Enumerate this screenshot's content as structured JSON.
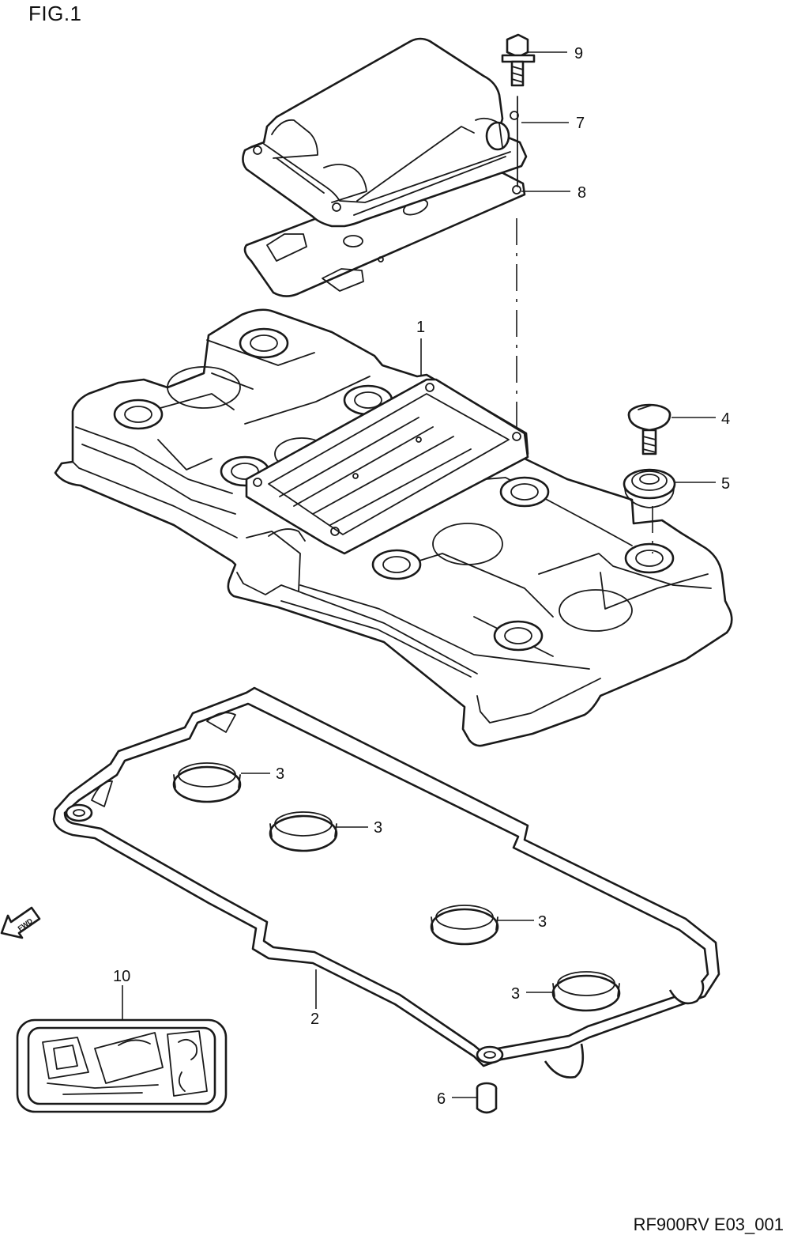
{
  "figure": {
    "title": "FIG.1",
    "code": "RF900RV E03_001",
    "fwd_label": "FWD"
  },
  "callouts": {
    "p1": "1",
    "p2": "2",
    "p3a": "3",
    "p3b": "3",
    "p3c": "3",
    "p3d": "3",
    "p4": "4",
    "p5": "5",
    "p6": "6",
    "p7": "7",
    "p8": "8",
    "p9": "9",
    "p10": "10"
  },
  "colors": {
    "line": "#1a1a1a",
    "background": "#ffffff"
  }
}
